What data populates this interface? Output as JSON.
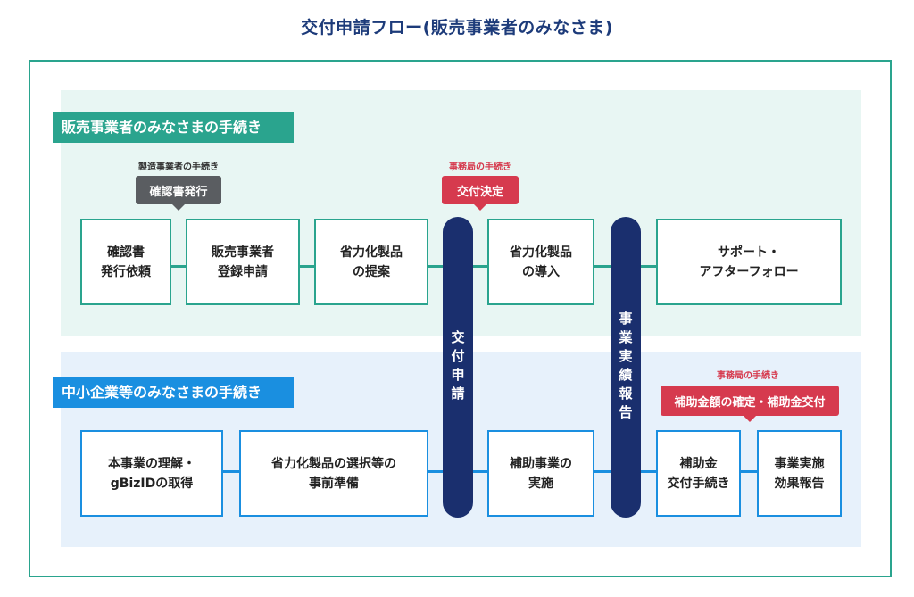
{
  "title": "交付申請フロー(販売事業者のみなさま)",
  "sections": {
    "vendor": "販売事業者のみなさまの手続き",
    "sme": "中小企業等のみなさまの手続き"
  },
  "notes": {
    "manufacturer": "製造事業者の手続き",
    "office_1": "事務局の手続き",
    "office_2": "事務局の手続き"
  },
  "callouts": {
    "certificate_issue": "確認書発行",
    "grant_decision": "交付決定",
    "grant_payment": "補助金額の確定・補助金交付"
  },
  "vendor_steps": [
    {
      "line1": "確認書",
      "line2": "発行依頼"
    },
    {
      "line1": "販売事業者",
      "line2": "登録申請"
    },
    {
      "line1": "省力化製品",
      "line2": "の提案"
    },
    {
      "line1": "省力化製品",
      "line2": "の導入"
    },
    {
      "line1": "サポート・",
      "line2": "アフターフォロー"
    }
  ],
  "sme_steps": [
    {
      "line1": "本事業の理解・",
      "line2": "gBizIDの取得"
    },
    {
      "line1": "省力化製品の選択等の",
      "line2": "事前準備"
    },
    {
      "line1": "補助事業の",
      "line2": "実施"
    },
    {
      "line1": "補助金",
      "line2": "交付手続き"
    },
    {
      "line1": "事業実施",
      "line2": "効果報告"
    }
  ],
  "pillars": {
    "application": "交付申請",
    "report": "事業実績報告"
  },
  "colors": {
    "teal": "#2aa48e",
    "blue": "#1a8fe0",
    "navy": "#1a2f6e",
    "red": "#d63a4e",
    "gray": "#5a5d61"
  }
}
